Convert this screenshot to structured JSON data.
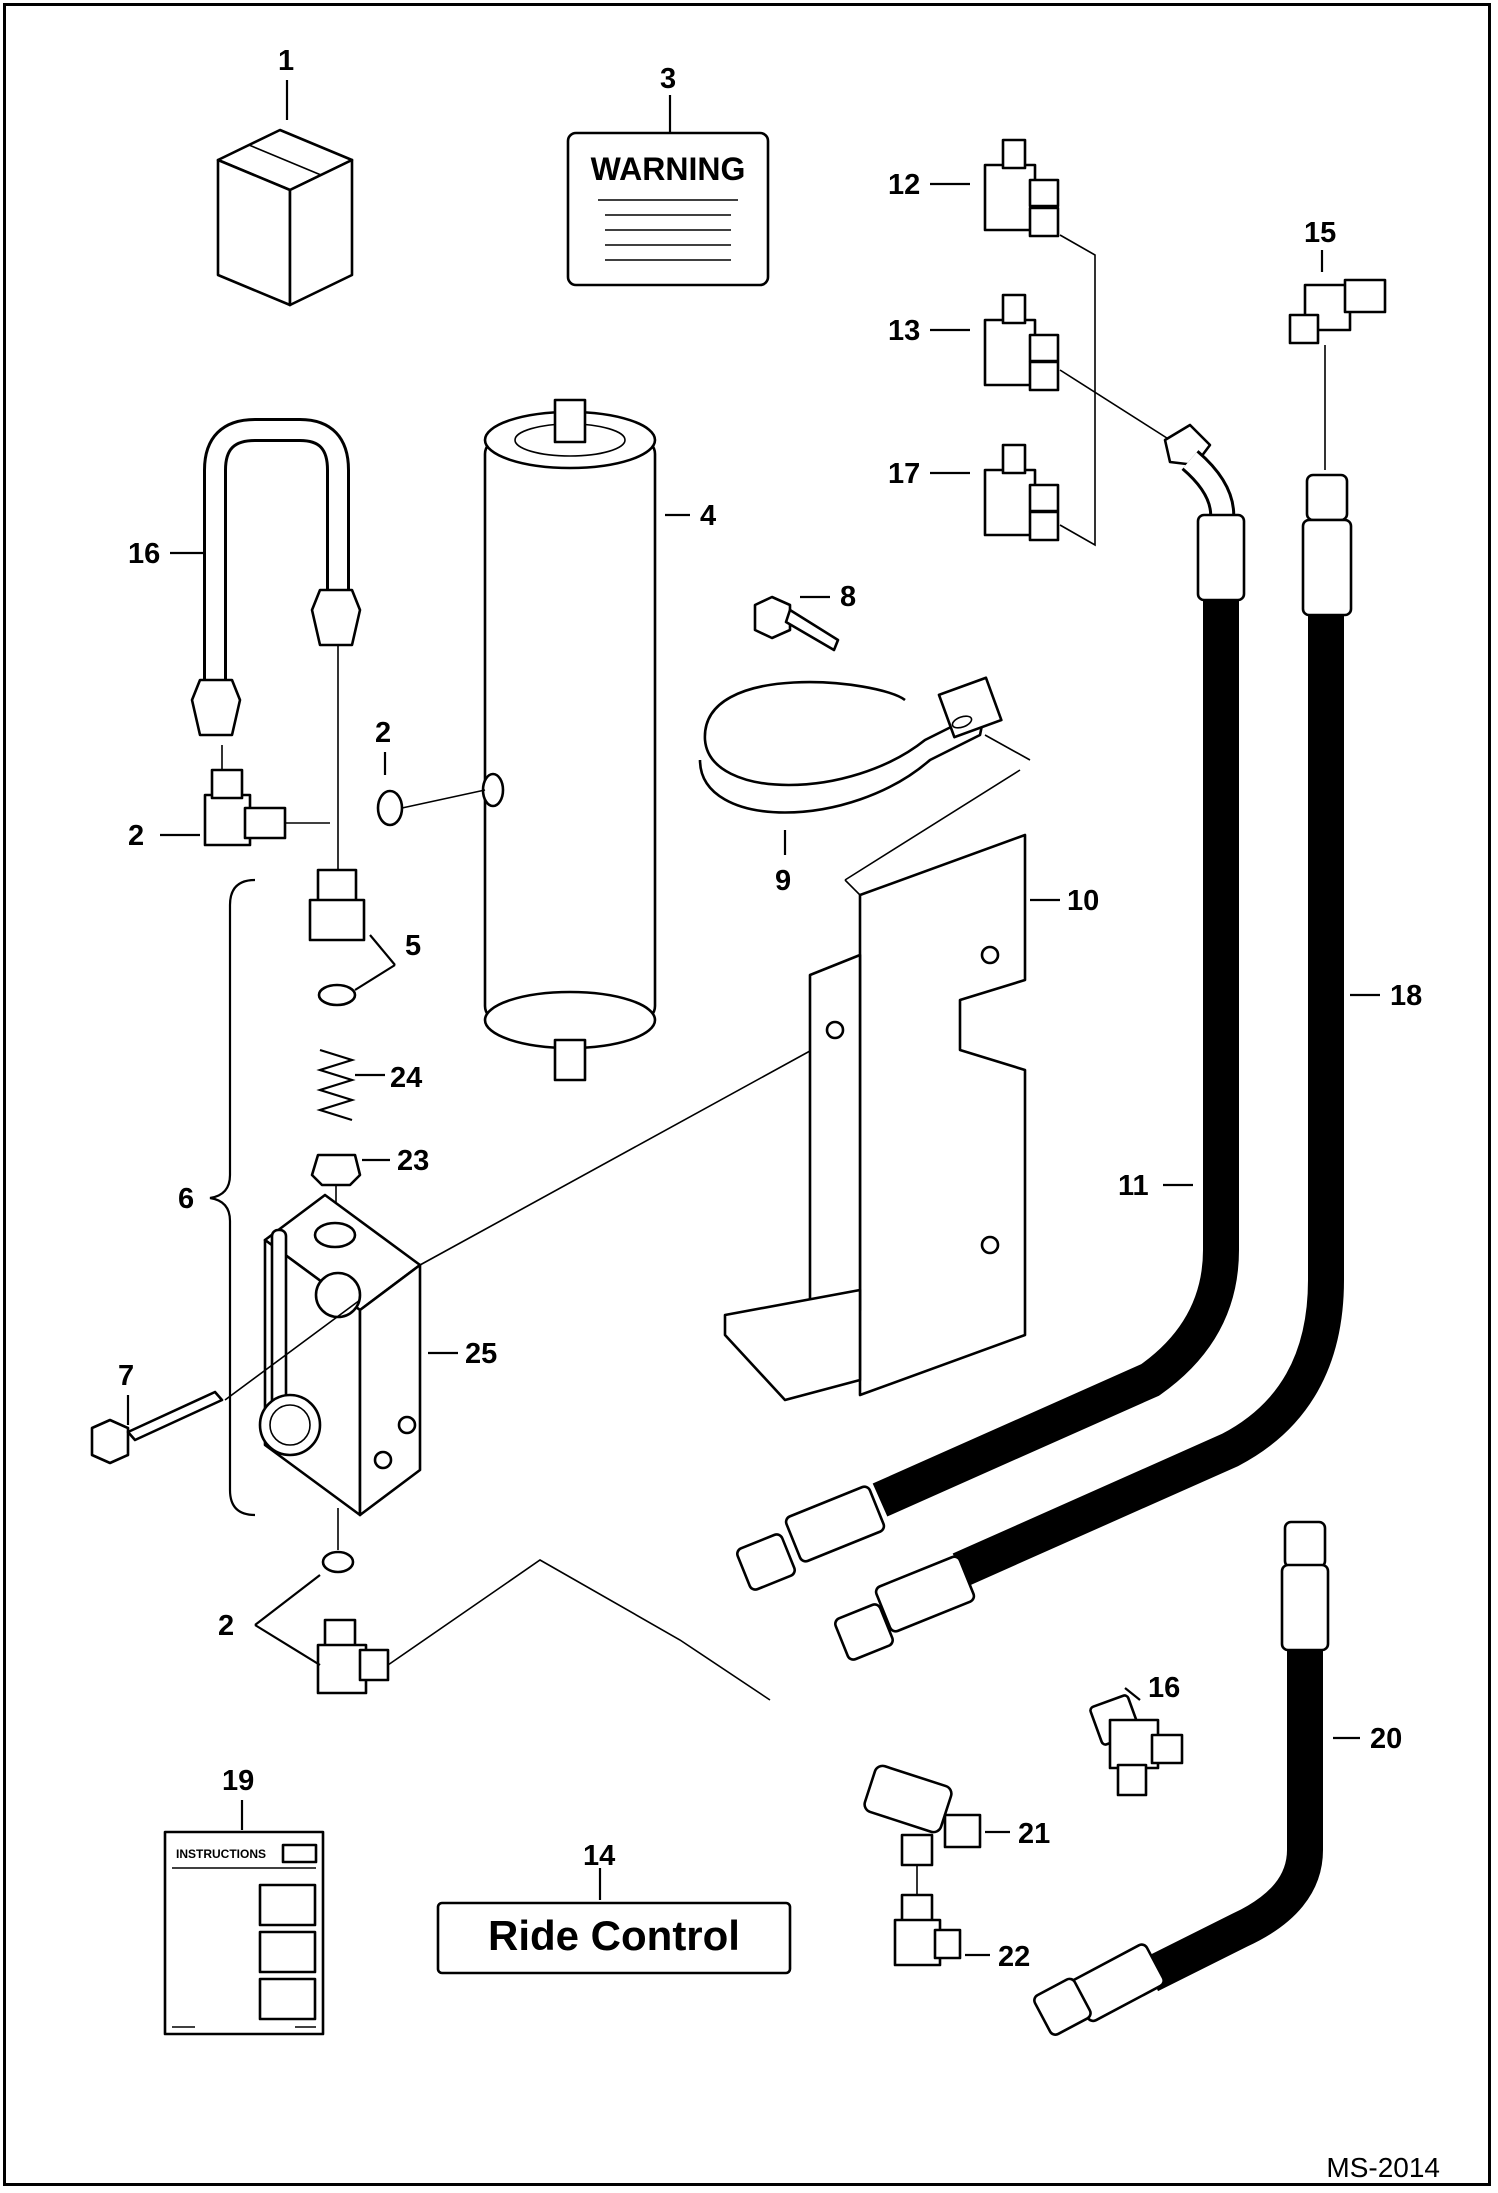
{
  "diagram": {
    "drawing_number": "MS-2014",
    "warning_label_text": "WARNING",
    "ride_control_label_text": "Ride Control",
    "instructions_label_text": "INSTRUCTIONS",
    "callouts": [
      "1",
      "2",
      "2",
      "2",
      "3",
      "4",
      "5",
      "6",
      "7",
      "8",
      "9",
      "10",
      "11",
      "12",
      "13",
      "14",
      "15",
      "16",
      "16",
      "17",
      "18",
      "19",
      "20",
      "21",
      "22",
      "23",
      "24",
      "25"
    ]
  }
}
